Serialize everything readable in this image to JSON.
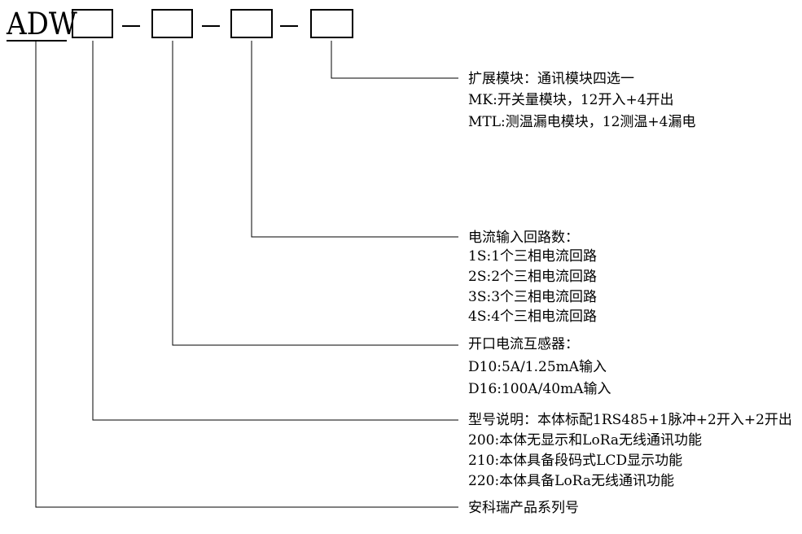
{
  "model_code": {
    "prefix": "ADW",
    "separator": "-"
  },
  "groups": [
    {
      "id": "module",
      "lines": [
        "扩展模块：通讯模块四选一",
        "MK:开关量模块，12开入+4开出",
        "MTL:测温漏电模块，12测温+4漏电"
      ]
    },
    {
      "id": "circuits",
      "lines": [
        "电流输入回路数：",
        "1S:1个三相电流回路",
        "2S:2个三相电流回路",
        "3S:3个三相电流回路",
        "4S:4个三相电流回路"
      ]
    },
    {
      "id": "transformer",
      "lines": [
        "开口电流互感器：",
        "D10:5A/1.25mA输入",
        "D16:100A/40mA输入"
      ]
    },
    {
      "id": "model",
      "lines": [
        "型号说明：本体标配1RS485+1脉冲+2开入+2开出",
        "200:本体无显示和LoRa无线通讯功能",
        "210:本体具备段码式LCD显示功能",
        "220:本体具备LoRa无线通讯功能"
      ]
    },
    {
      "id": "series",
      "lines": [
        "安科瑞产品系列号"
      ]
    }
  ]
}
